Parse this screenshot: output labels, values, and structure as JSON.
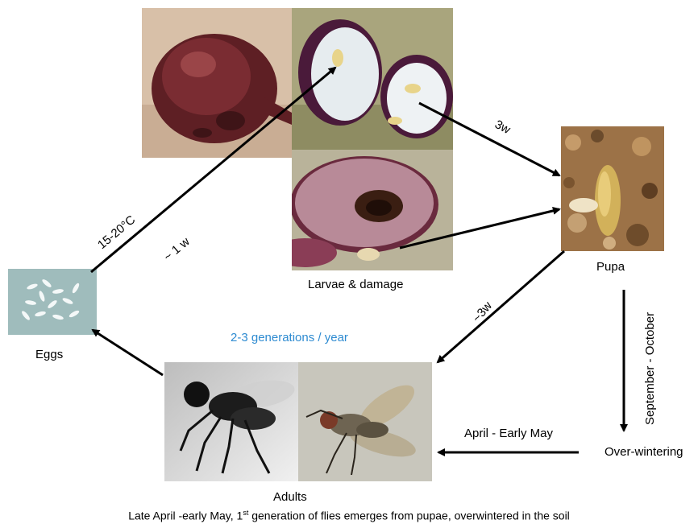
{
  "labels": {
    "larvae": "Larvae & damage",
    "pupa": "Pupa",
    "eggs": "Eggs",
    "adults": "Adults",
    "over_wintering": "Over-wintering",
    "generations": "2-3 generations / year",
    "three_w": "3w",
    "approx_three_w": "~3w",
    "temperature": "15-20°C",
    "approx_one_w": "~ 1 w",
    "september_october": "September - October",
    "april_may": "April - Early May"
  },
  "footer": {
    "text_before": "Late April -early May, 1",
    "superscript": "st",
    "text_after": " generation of flies emerges from pupae, overwintered in the soil"
  },
  "colors": {
    "generations_text": "#2e8bd1",
    "arrow": "#000000",
    "eggs_panel": "#9fbcbc"
  }
}
